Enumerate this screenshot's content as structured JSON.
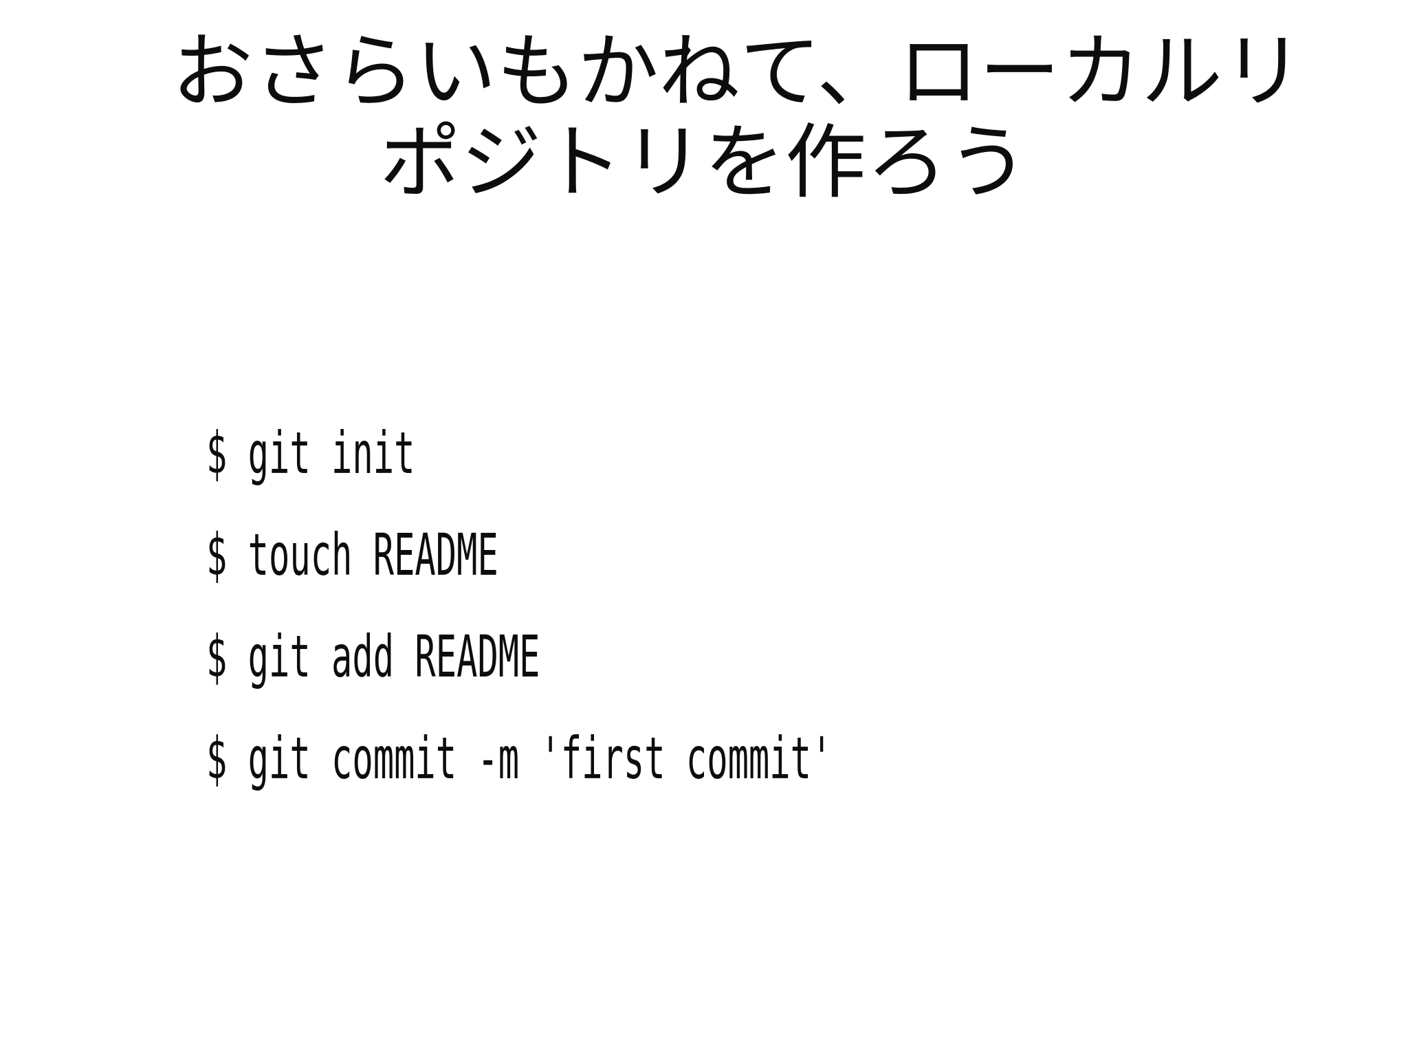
{
  "slide": {
    "background_color": "#ffffff",
    "text_color": "#0d0d0d",
    "title": {
      "line1": "おさらいもかねて、ローカルリ",
      "line2": "ポジトリを作ろう",
      "full_text": "おさらいもかねて、ローカルリポジトリを作ろう"
    },
    "code": {
      "lines": [
        "$ git init",
        "$ touch README",
        "$ git add README",
        "$ git commit -m 'first commit'"
      ]
    }
  }
}
